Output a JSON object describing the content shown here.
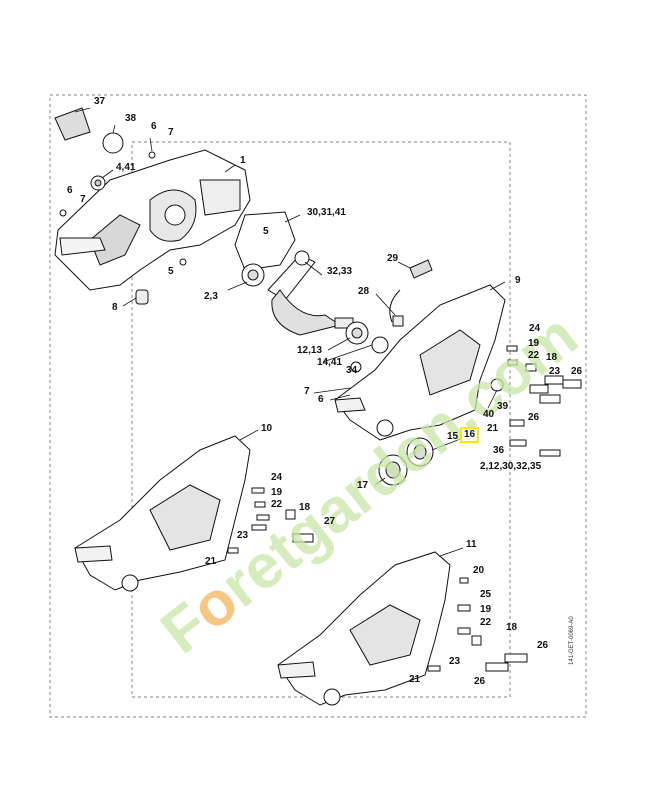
{
  "doc_code": "141-GET-0069-A0",
  "watermark": {
    "prefix": "F",
    "highlight_letter": "o",
    "rest": "retgarden.com",
    "color": "#b8dd8f",
    "highlight_color": "#f3b35a"
  },
  "highlight_color": "#ffe600",
  "callouts": [
    {
      "id": "c37",
      "text": "37"
    },
    {
      "id": "c38",
      "text": "38"
    },
    {
      "id": "c6a",
      "text": "6"
    },
    {
      "id": "c7a",
      "text": "7"
    },
    {
      "id": "c1",
      "text": "1"
    },
    {
      "id": "c441",
      "text": "4,41"
    },
    {
      "id": "c6b",
      "text": "6"
    },
    {
      "id": "c7b",
      "text": "7"
    },
    {
      "id": "c303141",
      "text": "30,31,41"
    },
    {
      "id": "c5a",
      "text": "5"
    },
    {
      "id": "c5b",
      "text": "5"
    },
    {
      "id": "c23",
      "text": "2,3"
    },
    {
      "id": "c3233",
      "text": "32,33"
    },
    {
      "id": "c8",
      "text": "8"
    },
    {
      "id": "c29",
      "text": "29"
    },
    {
      "id": "c9",
      "text": "9"
    },
    {
      "id": "c28",
      "text": "28"
    },
    {
      "id": "c24a",
      "text": "24"
    },
    {
      "id": "c1213",
      "text": "12,13"
    },
    {
      "id": "c1441",
      "text": "14,41"
    },
    {
      "id": "c19a",
      "text": "19"
    },
    {
      "id": "c22a",
      "text": "22"
    },
    {
      "id": "c18a",
      "text": "18"
    },
    {
      "id": "c34",
      "text": "34"
    },
    {
      "id": "c23a",
      "text": "23"
    },
    {
      "id": "c26a",
      "text": "26"
    },
    {
      "id": "c7c",
      "text": "7"
    },
    {
      "id": "c6c",
      "text": "6"
    },
    {
      "id": "c39",
      "text": "39"
    },
    {
      "id": "c40",
      "text": "40"
    },
    {
      "id": "c21a",
      "text": "21"
    },
    {
      "id": "c26b",
      "text": "26"
    },
    {
      "id": "c10",
      "text": "10"
    },
    {
      "id": "c15",
      "text": "15"
    },
    {
      "id": "c16",
      "text": "16",
      "highlighted": true
    },
    {
      "id": "c36",
      "text": "36"
    },
    {
      "id": "c2123",
      "text": "2,12,30,32,35"
    },
    {
      "id": "c17",
      "text": "17"
    },
    {
      "id": "c24b",
      "text": "24"
    },
    {
      "id": "c19b",
      "text": "19"
    },
    {
      "id": "c22b",
      "text": "22"
    },
    {
      "id": "c18b",
      "text": "18"
    },
    {
      "id": "c27",
      "text": "27"
    },
    {
      "id": "c23b",
      "text": "23"
    },
    {
      "id": "c21b",
      "text": "21"
    },
    {
      "id": "c11",
      "text": "11"
    },
    {
      "id": "c20",
      "text": "20"
    },
    {
      "id": "c25",
      "text": "25"
    },
    {
      "id": "c19c",
      "text": "19"
    },
    {
      "id": "c22c",
      "text": "22"
    },
    {
      "id": "c18c",
      "text": "18"
    },
    {
      "id": "c26c",
      "text": "26"
    },
    {
      "id": "c23c",
      "text": "23"
    },
    {
      "id": "c21c",
      "text": "21"
    },
    {
      "id": "c26d",
      "text": "26"
    }
  ]
}
